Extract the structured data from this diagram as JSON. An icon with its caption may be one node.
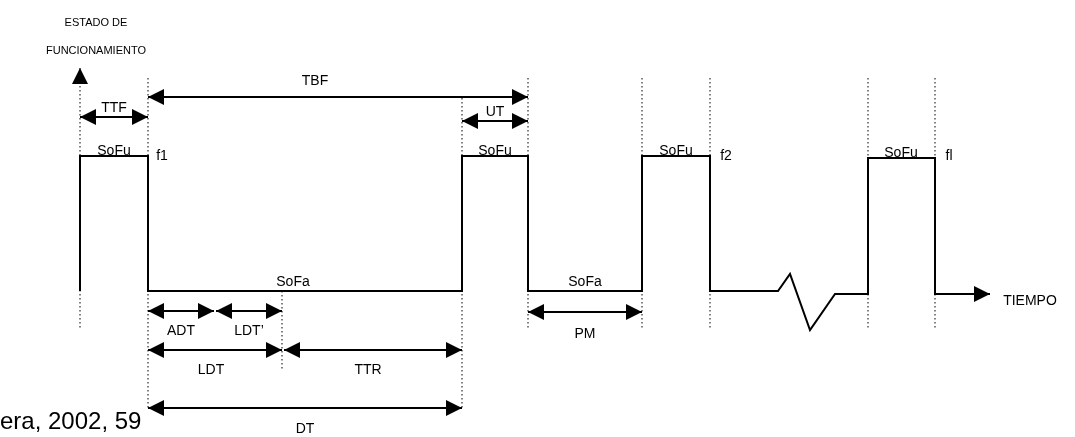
{
  "diagram": {
    "labels": [
      "ESTADO DE FUNCIONAMIENTO",
      "TBF",
      "TTF",
      "UT",
      "SoFu",
      "f1",
      "SoFu",
      "SoFu",
      "f2",
      "SoFu",
      "fl",
      "SoFa",
      "SoFa",
      "TIEMPO",
      "ADT",
      "LDT’",
      "PM",
      "LDT",
      "TTR",
      "DT",
      "era, 2002, 59"
    ]
  }
}
